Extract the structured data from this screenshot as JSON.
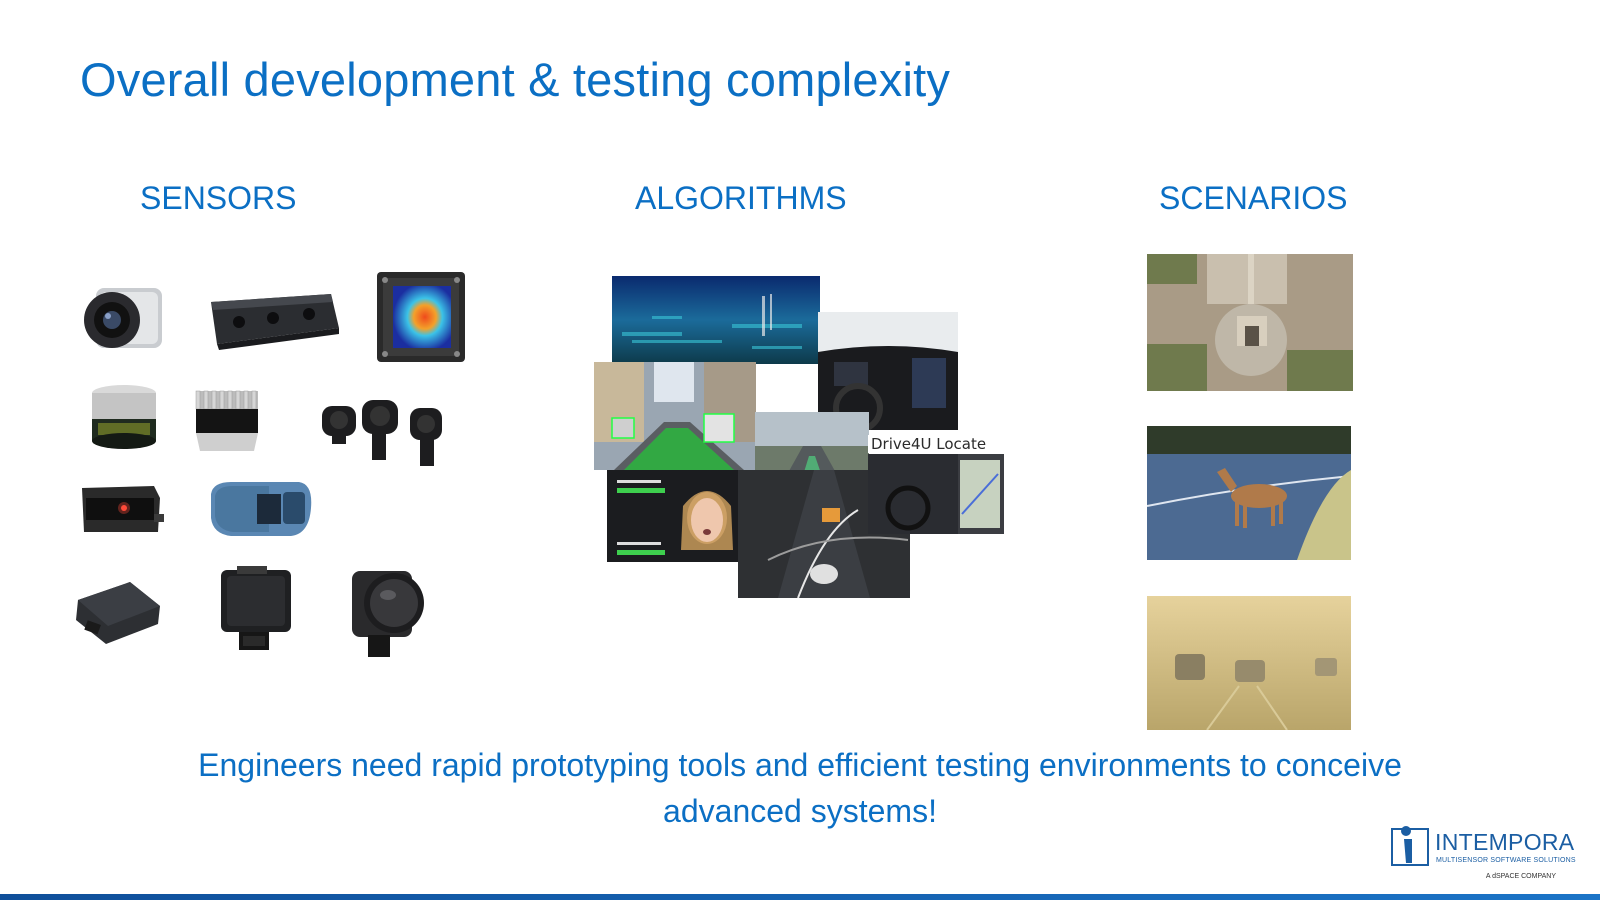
{
  "slide": {
    "title": "Overall development & testing complexity",
    "columns": {
      "sensors": "SENSORS",
      "algorithms": "ALGORITHMS",
      "scenarios": "SCENARIOS"
    },
    "collage_label": "Drive4U Locate",
    "conclusion_line1": "Engineers need rapid prototyping tools and efficient testing environments to conceive",
    "conclusion_line2": "advanced systems!"
  },
  "logo": {
    "name": "INTEMPORA",
    "tagline": "MULTISENSOR SOFTWARE SOLUTIONS",
    "parent": "A dSPACE COMPANY"
  },
  "colors": {
    "accent": "#0b6fc4",
    "logo": "#1b5ea3"
  }
}
